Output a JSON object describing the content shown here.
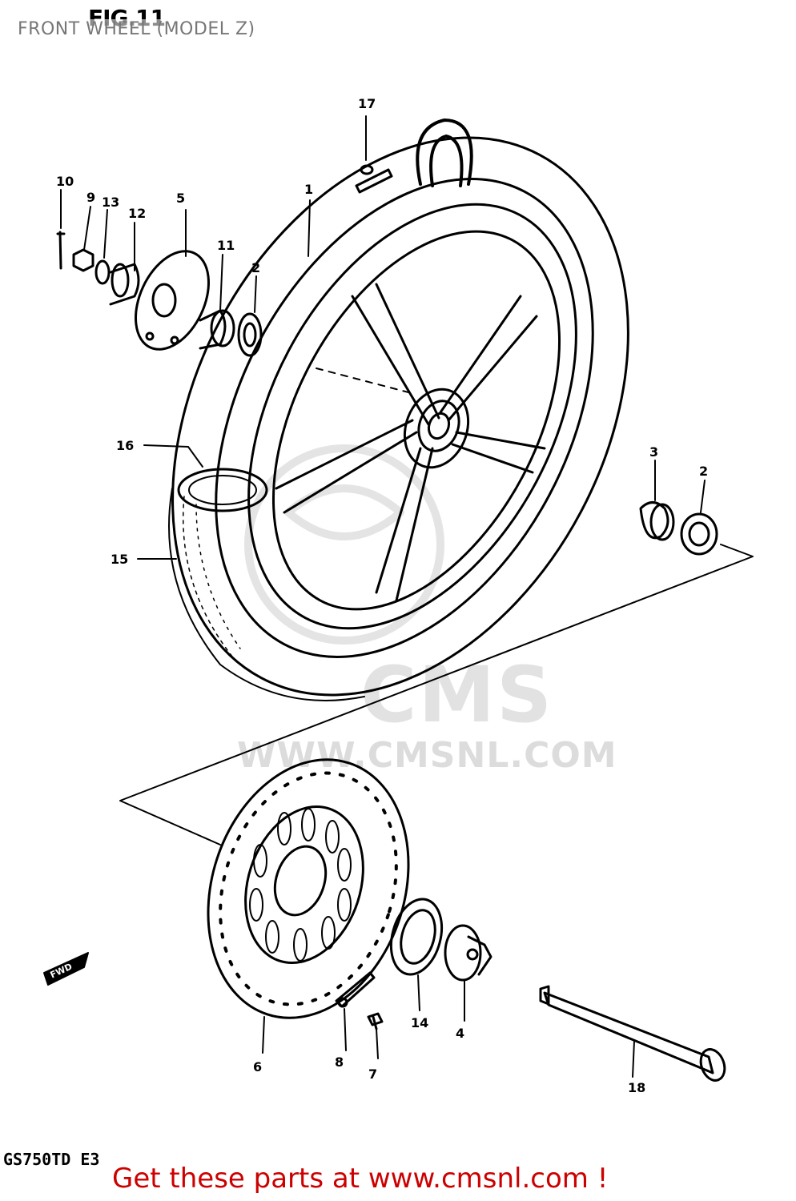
{
  "title": "FRONT WHEEL (MODEL Z)",
  "figure_label": "FIG.11",
  "model_code": "GS750TD E3",
  "promo_text": "Get these parts at www.cmsnl.com !",
  "watermark": {
    "brand": "CMS",
    "url": "WWW.CMSNL.COM"
  },
  "fwd_label": "FWD",
  "callouts": [
    "1",
    "2",
    "2",
    "3",
    "4",
    "5",
    "6",
    "7",
    "8",
    "9",
    "10",
    "11",
    "12",
    "13",
    "14",
    "15",
    "16",
    "17",
    "18"
  ]
}
